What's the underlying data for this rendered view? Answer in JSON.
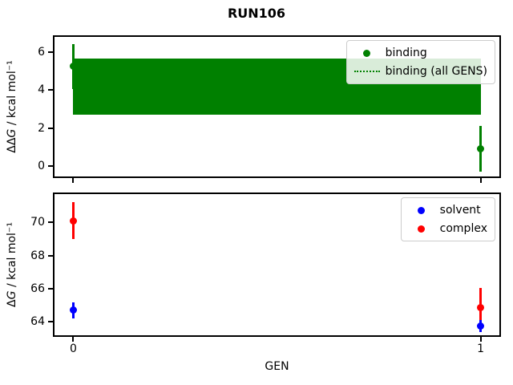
{
  "figure": {
    "title": "RUN106",
    "xlabel": "GEN",
    "background": "#ffffff",
    "text_color": "#000000"
  },
  "chart_data": [
    {
      "type": "scatter",
      "subplot": "top",
      "ylabel": {
        "pre": "ΔΔ",
        "var": "G",
        "post": " / kcal mol⁻¹"
      },
      "xlim": [
        -0.05,
        1.05
      ],
      "ylim": [
        -0.65,
        6.9
      ],
      "yticks": [
        0,
        2,
        4,
        6
      ],
      "xticks": [
        0,
        1
      ],
      "show_xtick_labels": false,
      "grid": false,
      "band": {
        "label": "binding (all GENS)",
        "x0": 0,
        "x1": 1,
        "ylow": 2.7,
        "yhigh": 5.65,
        "color": "#008000",
        "line_style": "dotted"
      },
      "series": [
        {
          "name": "binding",
          "color": "#008000",
          "marker": "circle",
          "points": [
            {
              "x": 0,
              "y": 5.25,
              "yerr": 1.2
            },
            {
              "x": 1,
              "y": 0.9,
              "yerr": 1.2
            }
          ]
        }
      ],
      "legend": {
        "position": "upper right",
        "items": [
          {
            "label": "binding",
            "marker": "dot",
            "color": "#008000"
          },
          {
            "label": "binding (all GENS)",
            "marker": "dotted-line",
            "color": "#008000"
          }
        ]
      }
    },
    {
      "type": "scatter",
      "subplot": "bottom",
      "ylabel": {
        "pre": "Δ",
        "var": "G",
        "post": " / kcal mol⁻¹"
      },
      "xlim": [
        -0.05,
        1.05
      ],
      "ylim": [
        63.1,
        71.8
      ],
      "yticks": [
        64,
        66,
        68,
        70
      ],
      "xticks": [
        0,
        1
      ],
      "show_xtick_labels": true,
      "grid": false,
      "series": [
        {
          "name": "complex",
          "color": "#ff0000",
          "marker": "circle",
          "points": [
            {
              "x": 0,
              "y": 70.1,
              "yerr": 1.1
            },
            {
              "x": 1,
              "y": 64.85,
              "yerr": 1.2
            }
          ]
        },
        {
          "name": "solvent",
          "color": "#0000ff",
          "marker": "circle",
          "points": [
            {
              "x": 0,
              "y": 64.7,
              "yerr": 0.5
            },
            {
              "x": 1,
              "y": 63.75,
              "yerr": 0.35
            }
          ]
        }
      ],
      "legend": {
        "position": "upper right",
        "items": [
          {
            "label": "solvent",
            "marker": "dot",
            "color": "#0000ff"
          },
          {
            "label": "complex",
            "marker": "dot",
            "color": "#ff0000"
          }
        ]
      }
    }
  ]
}
